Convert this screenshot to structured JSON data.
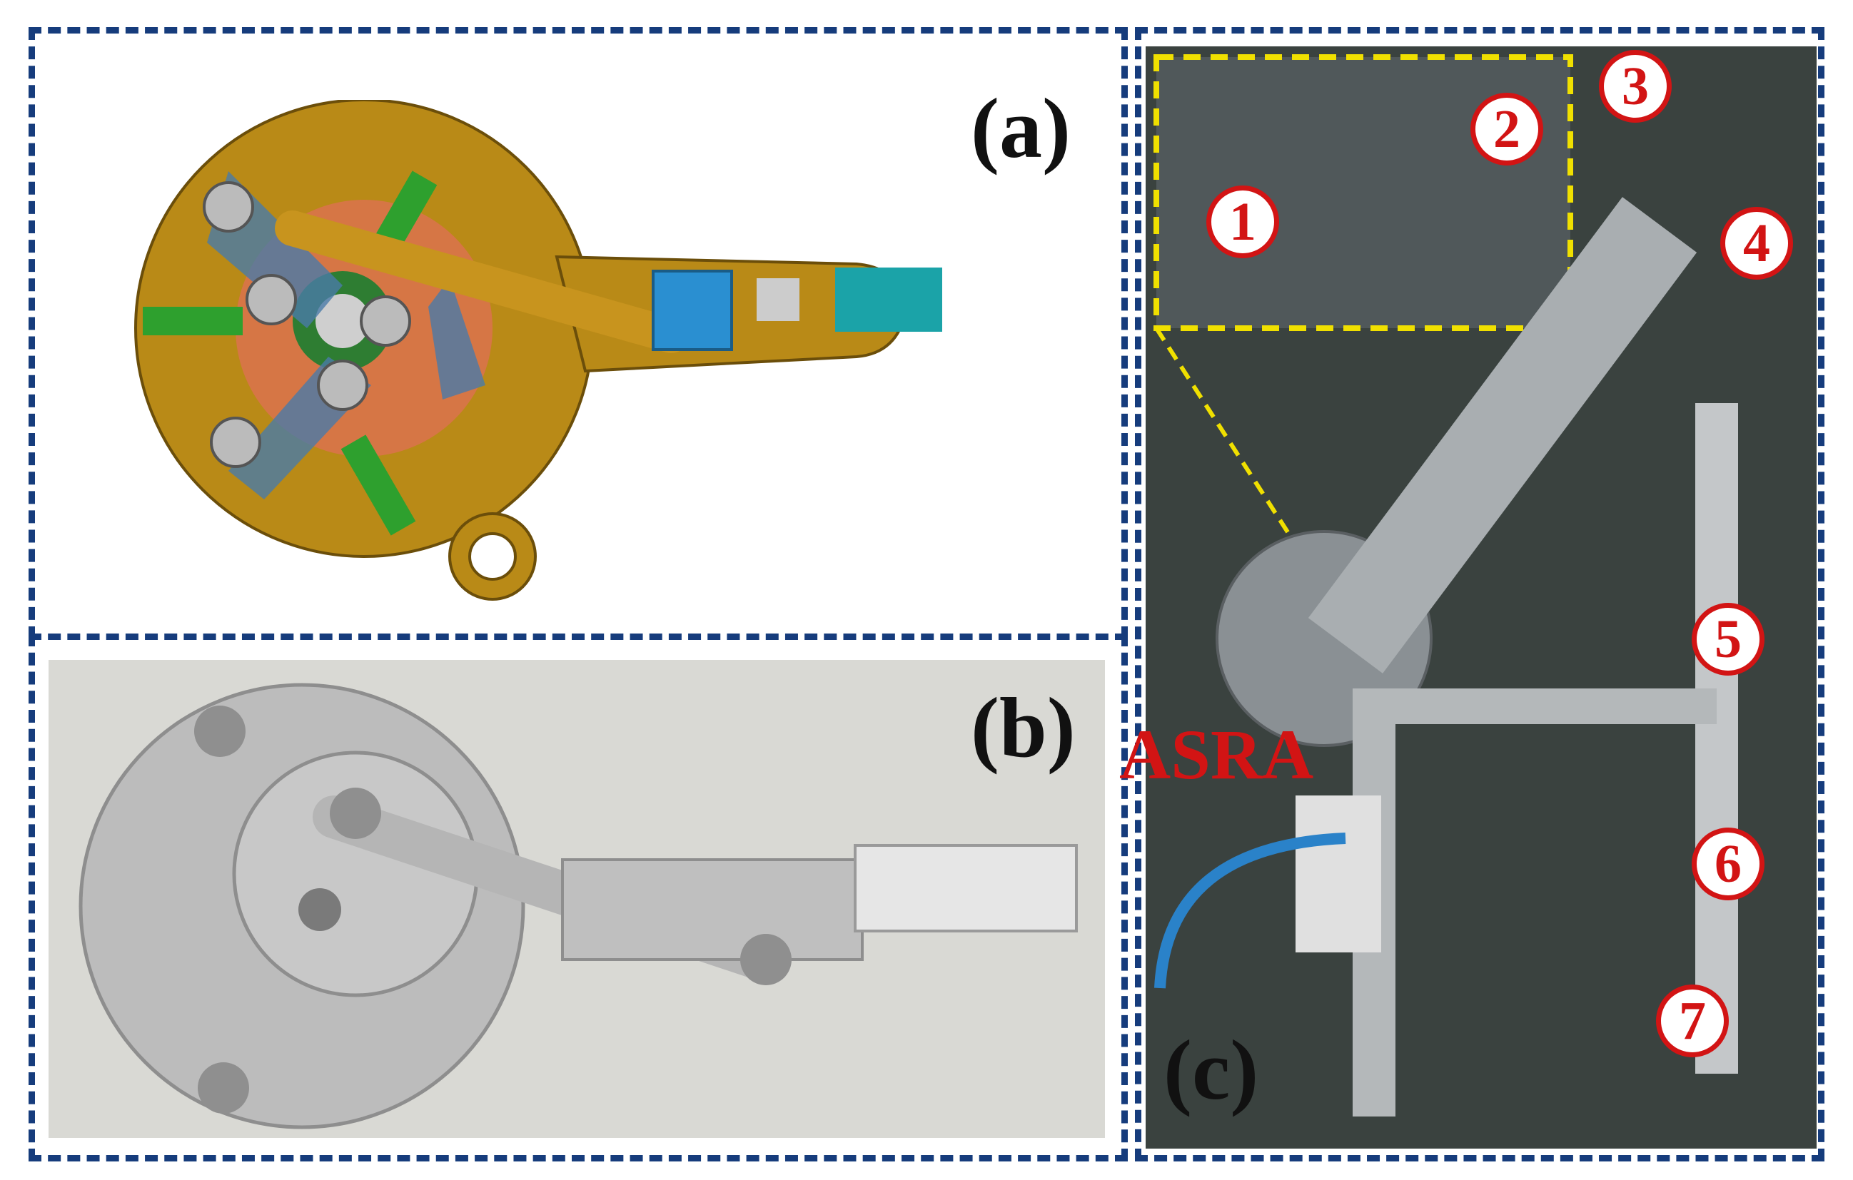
{
  "panels": {
    "a": {
      "label": "(a)"
    },
    "b": {
      "label": "(b)"
    },
    "c": {
      "label": "(c)",
      "callout": "ASRA",
      "markers": [
        "1",
        "2",
        "3",
        "4",
        "5",
        "6",
        "7"
      ]
    }
  },
  "colors": {
    "frame": "#163c7c",
    "callout": "#d21414",
    "inset_outline": "#f0e000"
  }
}
